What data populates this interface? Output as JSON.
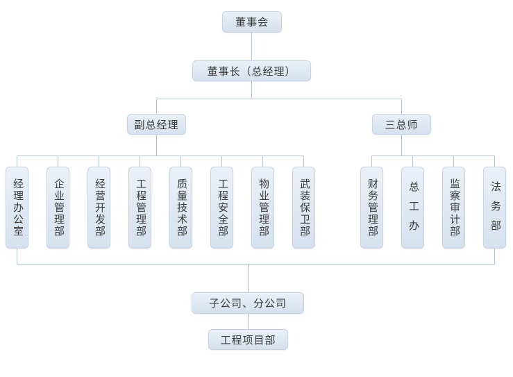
{
  "diagram": {
    "type": "org-chart",
    "nodes": {
      "board": "董事会",
      "chairman": "董事长（总经理）",
      "deputy_gm": "副总经理",
      "three_chiefs": "三总师",
      "left_departments": [
        "经理办公室",
        "企业管理部",
        "经营开发部",
        "工程管理部",
        "质量技术部",
        "工程安全部",
        "物业管理部",
        "武装保卫部"
      ],
      "right_departments": [
        "财务管理部",
        "总工办",
        "监察审计部",
        "法务部"
      ],
      "subsidiaries": "子公司、分公司",
      "project_dept": "工程项目部"
    },
    "edges": [
      [
        "董事会",
        "董事长（总经理）"
      ],
      [
        "董事长（总经理）",
        "副总经理"
      ],
      [
        "董事长（总经理）",
        "三总师"
      ],
      [
        "副总经理",
        "经理办公室"
      ],
      [
        "副总经理",
        "企业管理部"
      ],
      [
        "副总经理",
        "经营开发部"
      ],
      [
        "副总经理",
        "工程管理部"
      ],
      [
        "副总经理",
        "质量技术部"
      ],
      [
        "副总经理",
        "工程安全部"
      ],
      [
        "副总经理",
        "物业管理部"
      ],
      [
        "副总经理",
        "武装保卫部"
      ],
      [
        "三总师",
        "财务管理部"
      ],
      [
        "三总师",
        "总工办"
      ],
      [
        "三总师",
        "监察审计部"
      ],
      [
        "三总师",
        "法务部"
      ],
      [
        "所有部门",
        "子公司、分公司"
      ],
      [
        "子公司、分公司",
        "工程项目部"
      ]
    ],
    "colors": {
      "background": "#ffffff",
      "box_fill_top": "#eaf0f7",
      "box_fill_bottom": "#d5e1ee",
      "box_border": "#c5d3e3",
      "line": "#b0c3d9",
      "text": "#3a3a3a"
    }
  }
}
